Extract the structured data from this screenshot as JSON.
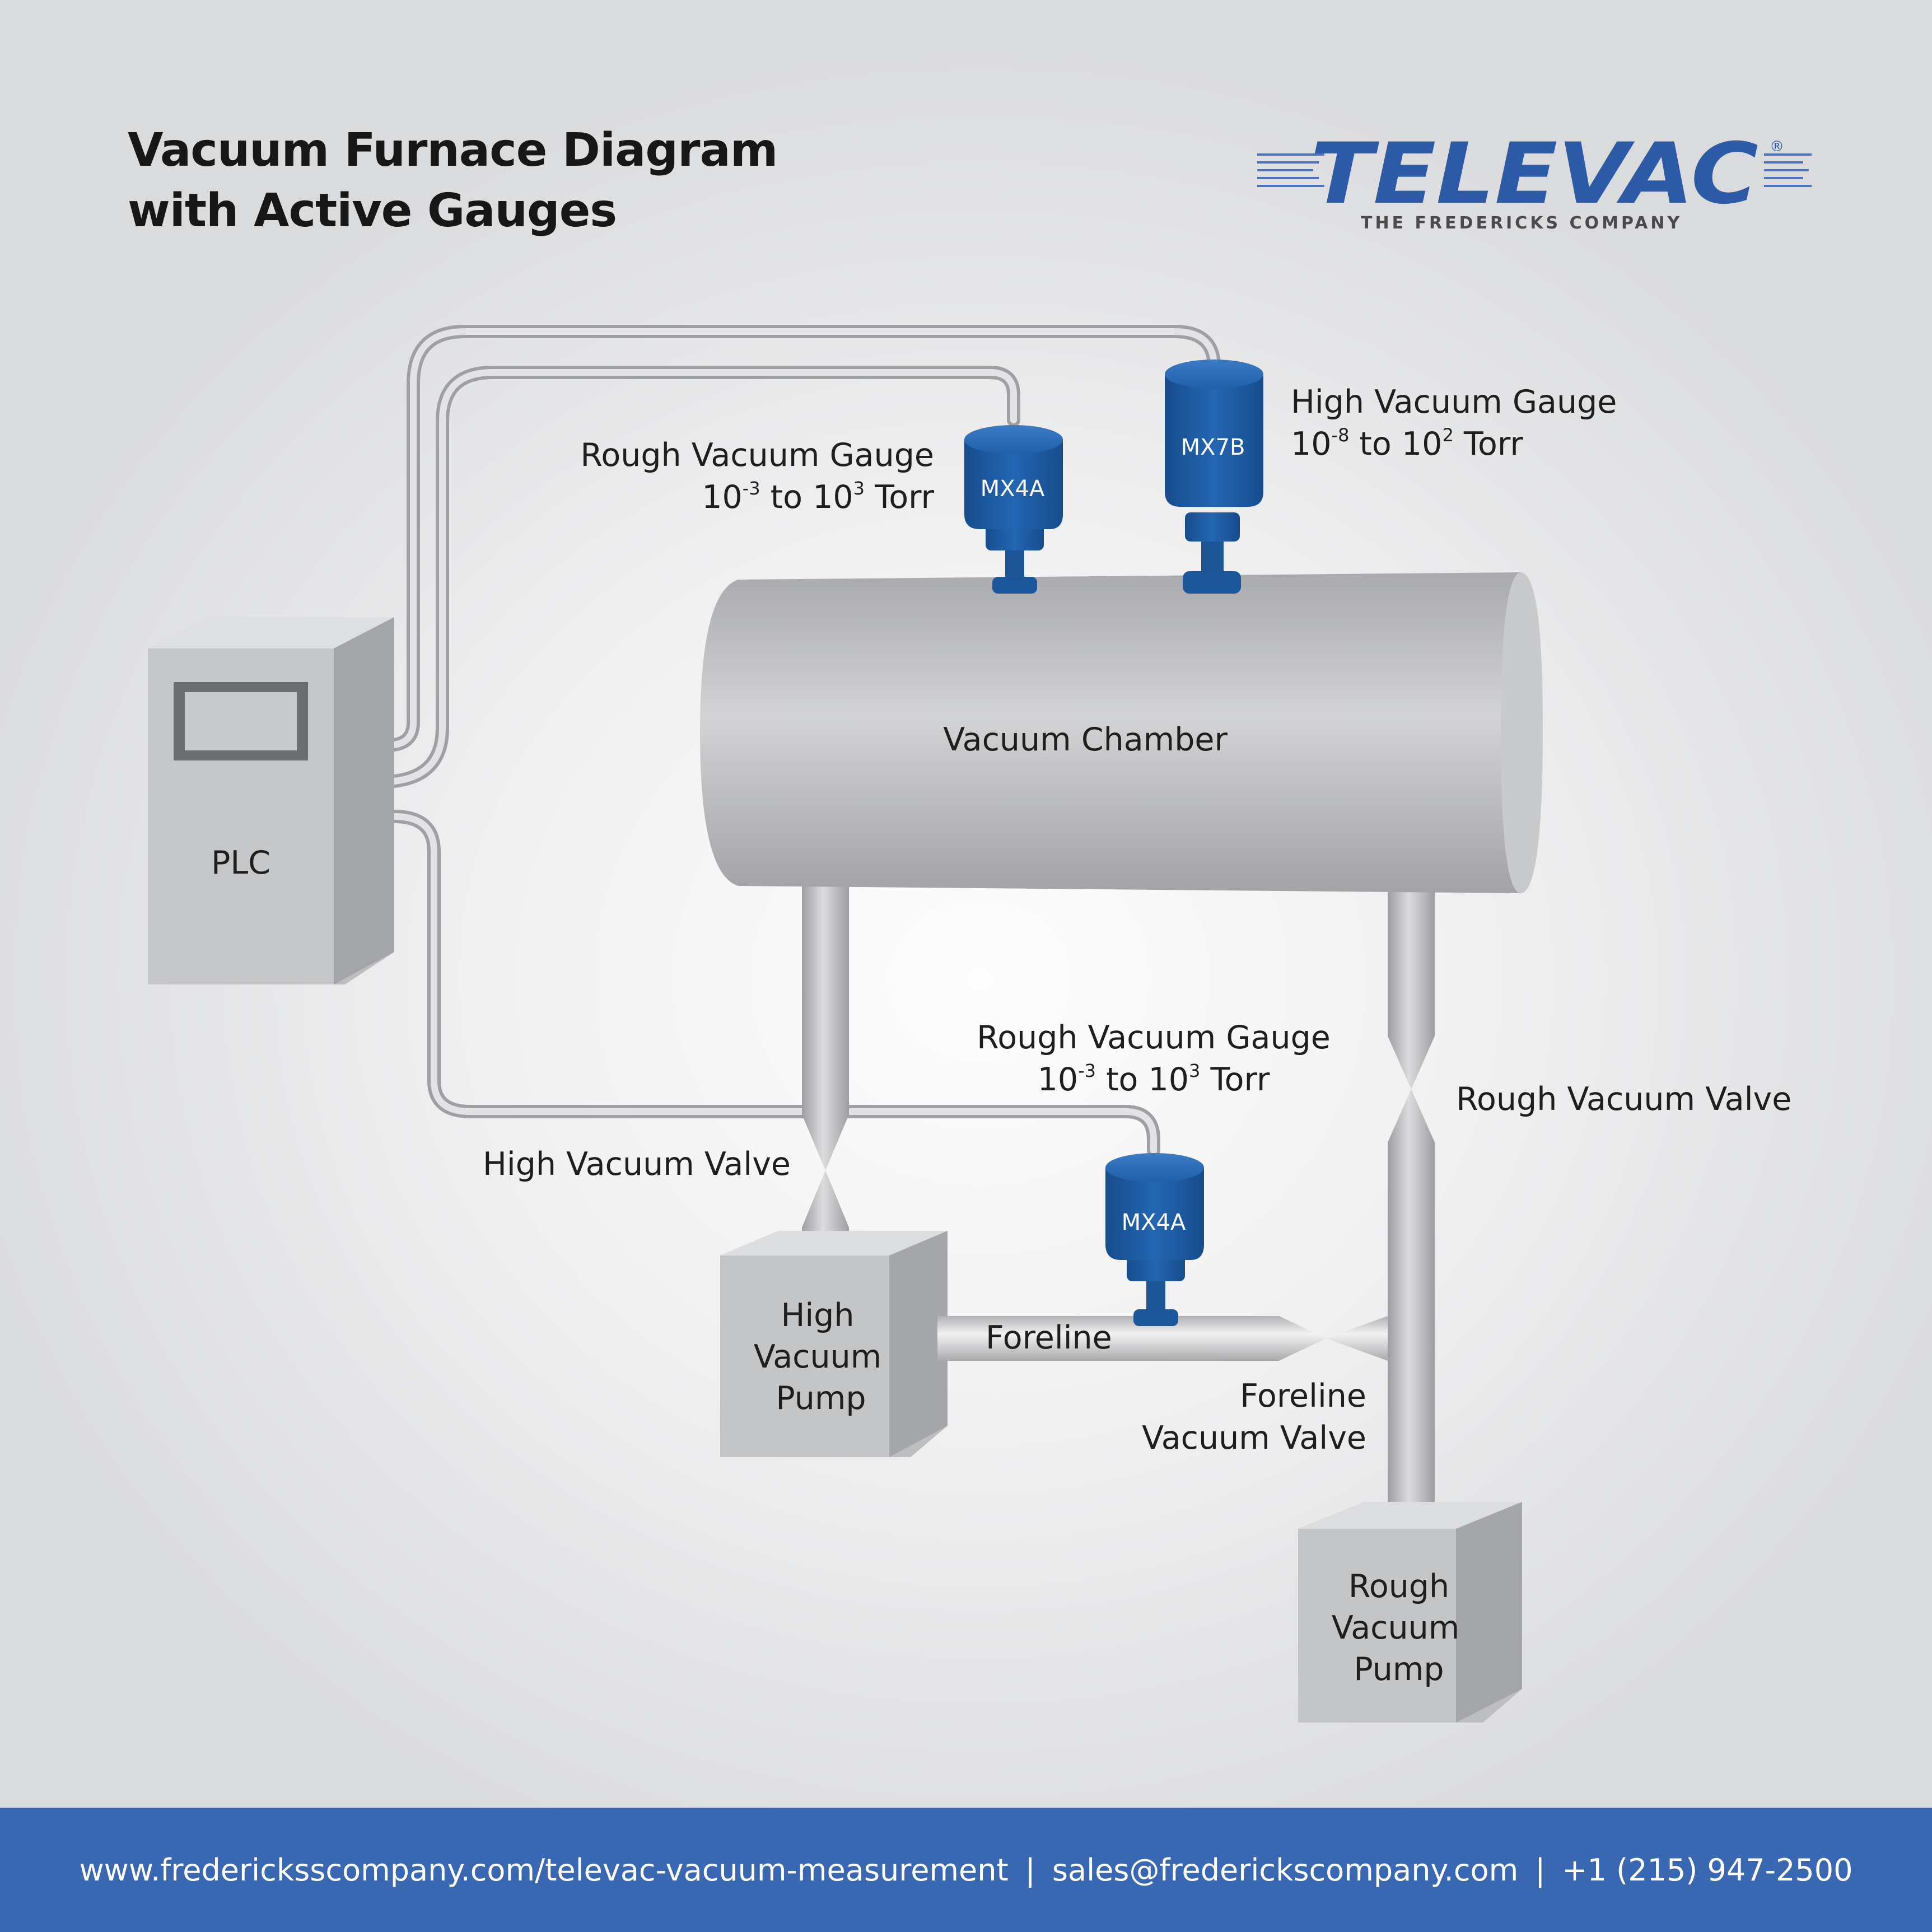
{
  "title": {
    "line1": "Vacuum Furnace Diagram",
    "line2": "with Active Gauges"
  },
  "logo": {
    "name": "TELEVAC",
    "registered": "®",
    "tagline": "THE FREDERICKS COMPANY"
  },
  "components": {
    "plc": "PLC",
    "chamber": "Vacuum Chamber",
    "high_pump": [
      "High",
      "Vacuum",
      "Pump"
    ],
    "rough_pump": [
      "Rough",
      "Vacuum",
      "Pump"
    ],
    "foreline": "Foreline",
    "high_valve": "High Vacuum Valve",
    "rough_valve": "Rough Vacuum Valve",
    "foreline_valve": [
      "Foreline",
      "Vacuum Valve"
    ]
  },
  "gauges": {
    "top_rough": {
      "model": "MX4A",
      "name": "Rough Vacuum Gauge",
      "range_low": "10",
      "range_low_exp": "-3",
      "range_to": " to ",
      "range_high": "10",
      "range_high_exp": "3",
      "unit": " Torr"
    },
    "top_high": {
      "model": "MX7B",
      "name": "High Vacuum Gauge",
      "range_low": "10",
      "range_low_exp": "-8",
      "range_to": " to ",
      "range_high": "10",
      "range_high_exp": "2",
      "unit": " Torr"
    },
    "foreline_rough": {
      "model": "MX4A",
      "name": "Rough Vacuum Gauge",
      "range_low": "10",
      "range_low_exp": "-3",
      "range_to": " to ",
      "range_high": "10",
      "range_high_exp": "3",
      "unit": " Torr"
    }
  },
  "footer": {
    "website": "www.fredericksscompany.com/televac-vacuum-measurement",
    "divider": "|",
    "email": "sales@frederickscompany.com",
    "phone": "+1 (215) 947-2500"
  },
  "colors": {
    "gauge_blue": "#1f5fa8",
    "brand_blue": "#2c5aa6",
    "footer_blue": "#3a67b1",
    "equipment_gray": "#bdbec0"
  }
}
